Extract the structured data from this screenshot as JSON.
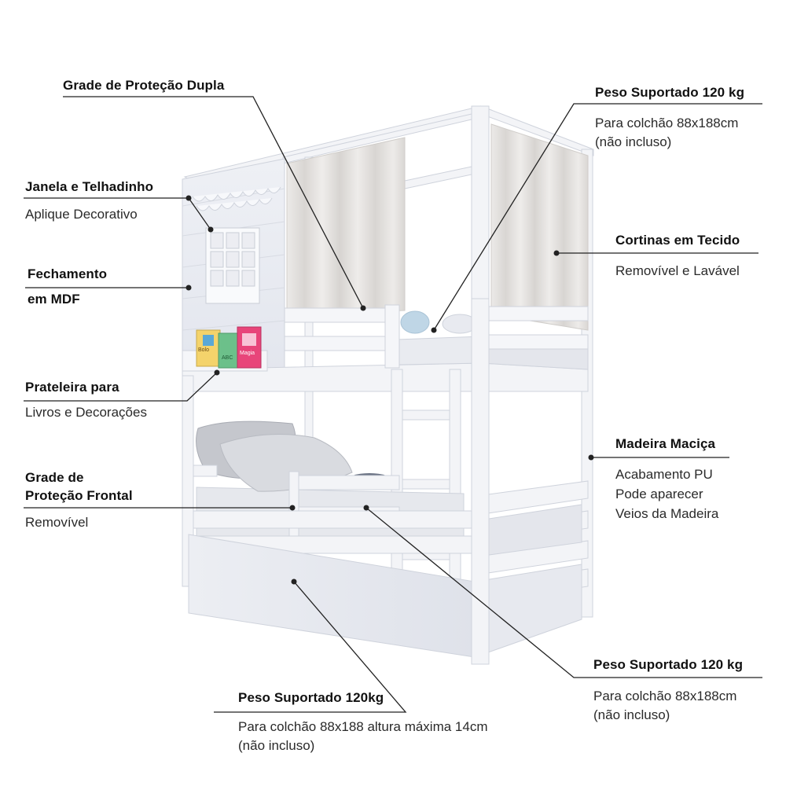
{
  "callouts": {
    "grade_dupla": {
      "title": "Grade de Proteção Dupla"
    },
    "peso_top": {
      "title": "Peso Suportado 120 kg",
      "sub1": "Para colchão 88x188cm",
      "sub2": "(não incluso)"
    },
    "janela": {
      "title": "Janela e Telhadinho",
      "sub": "Aplique Decorativo"
    },
    "cortinas": {
      "title": "Cortinas em Tecido",
      "sub": "Removível e Lavável"
    },
    "fechamento": {
      "title1": "Fechamento",
      "title2": "em MDF"
    },
    "prateleira": {
      "title": "Prateleira para",
      "sub": "Livros e Decorações"
    },
    "madeira": {
      "title": "Madeira Maciça",
      "sub1": "Acabamento PU",
      "sub2": "Pode aparecer",
      "sub3": "Veios da Madeira"
    },
    "grade_frontal": {
      "title1": "Grade de",
      "title2": "Proteção Frontal",
      "sub": "Removível"
    },
    "peso_mid": {
      "title": "Peso Suportado 120 kg",
      "sub1": "Para colchão 88x188cm",
      "sub2": "(não incluso)"
    },
    "peso_bottom": {
      "title": "Peso Suportado 120kg",
      "sub1": "Para colchão 88x188 altura máxima 14cm",
      "sub2": "(não incluso)"
    }
  },
  "book_titles": [
    "Bolo",
    "ABC",
    "Magia"
  ],
  "colors": {
    "frame": "#f2f3f6",
    "frame_edge": "#cfd3dc",
    "curtain": "#e6e4e2",
    "leader": "#222222",
    "text": "#111111"
  }
}
